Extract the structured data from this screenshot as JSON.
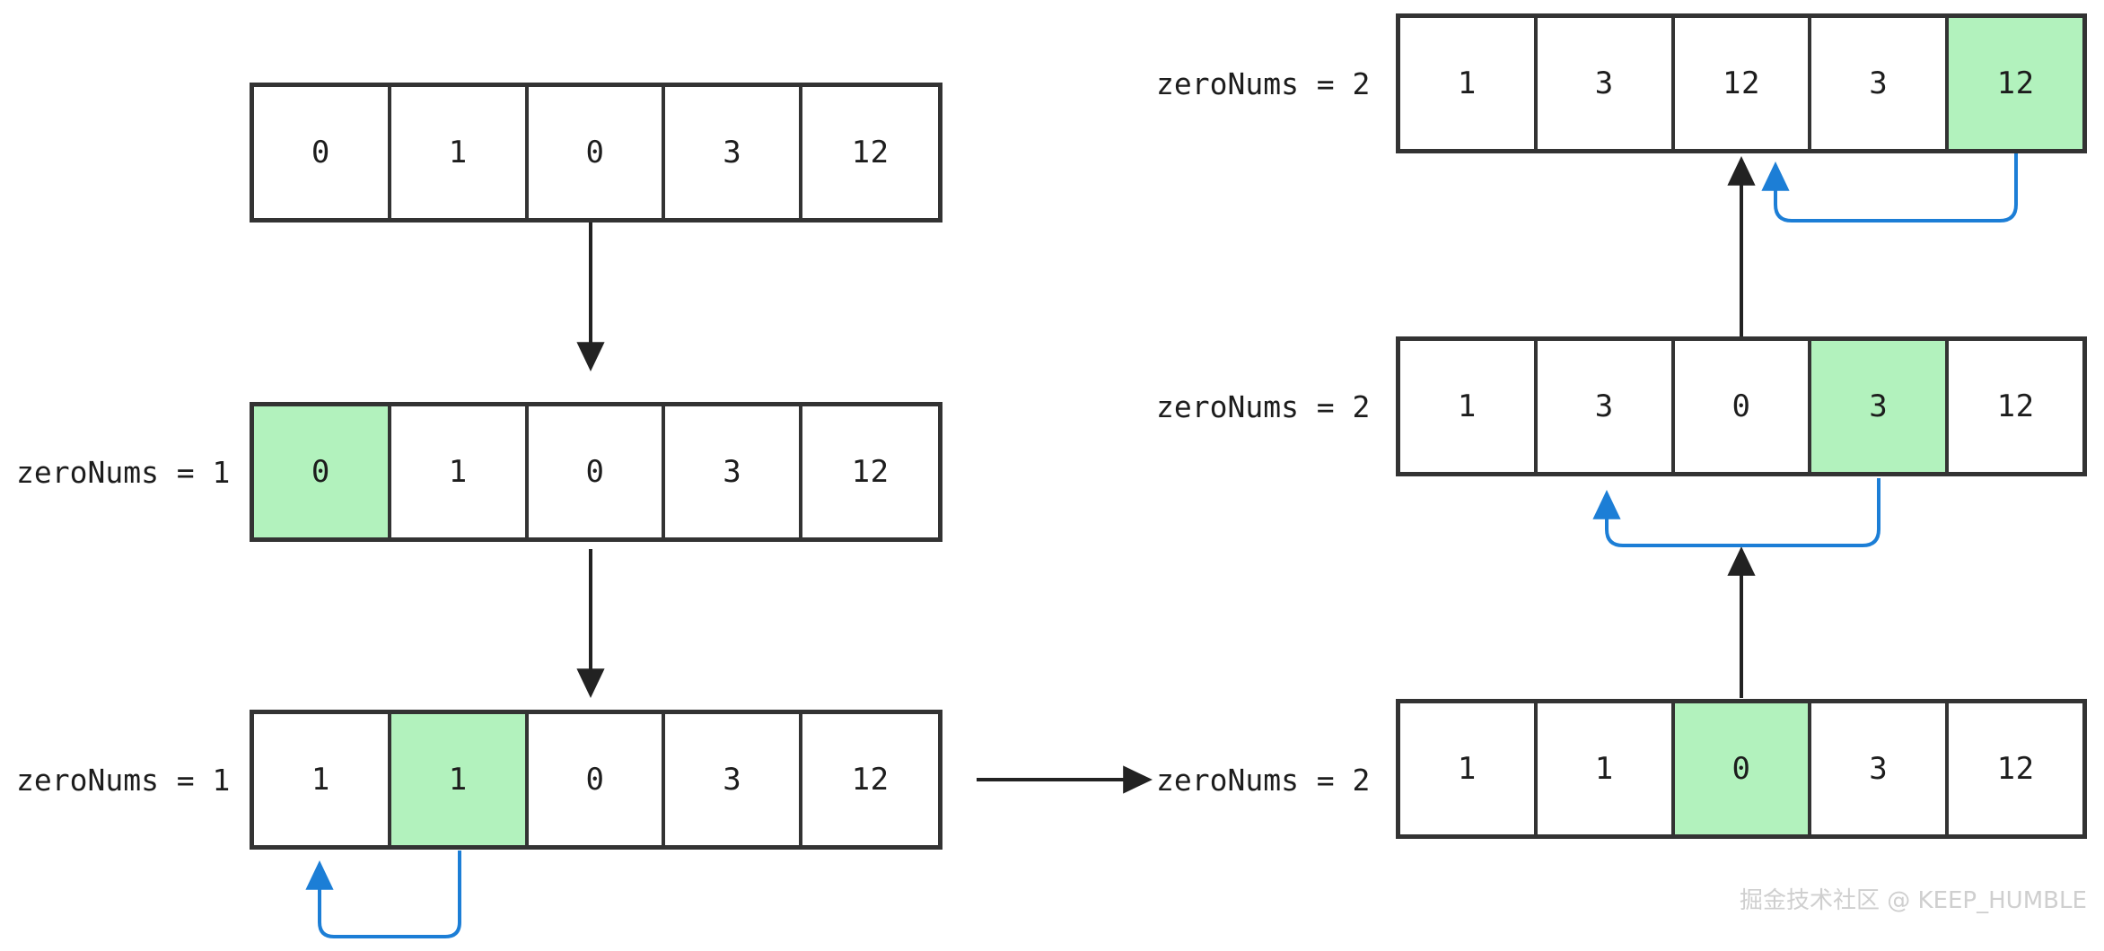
{
  "diagram": {
    "title": "move-zeroes-swap-walkthrough",
    "colors": {
      "highlight_green": "#b2f2bd",
      "border_dark": "#333333",
      "swap_arrow_blue": "#1c7ed6",
      "flow_arrow_black": "#222222",
      "watermark_gray": "#cfcfcf"
    },
    "left_column": {
      "steps": [
        {
          "id": "left-step-1",
          "label": "",
          "values": [
            "0",
            "1",
            "0",
            "3",
            "12"
          ],
          "highlight_index": -1
        },
        {
          "id": "left-step-2",
          "label": "zeroNums = 1",
          "values": [
            "0",
            "1",
            "0",
            "3",
            "12"
          ],
          "highlight_index": 0
        },
        {
          "id": "left-step-3",
          "label": "zeroNums = 1",
          "values": [
            "1",
            "1",
            "0",
            "3",
            "12"
          ],
          "highlight_index": 1,
          "swap": {
            "from_index": 1,
            "to_index": 0
          }
        }
      ]
    },
    "right_column": {
      "steps": [
        {
          "id": "right-step-1",
          "label": "zeroNums = 2",
          "values": [
            "1",
            "1",
            "0",
            "3",
            "12"
          ],
          "highlight_index": 2
        },
        {
          "id": "right-step-2",
          "label": "zeroNums = 2",
          "values": [
            "1",
            "3",
            "0",
            "3",
            "12"
          ],
          "highlight_index": 3,
          "swap": {
            "from_index": 3,
            "to_index": 1
          }
        },
        {
          "id": "right-step-3",
          "label": "zeroNums = 2",
          "values": [
            "1",
            "3",
            "12",
            "3",
            "12"
          ],
          "highlight_index": 4,
          "swap": {
            "from_index": 4,
            "to_index": 2
          }
        }
      ]
    },
    "connectors": [
      {
        "name": "flow-arrow-left-1-to-2",
        "direction": "down"
      },
      {
        "name": "flow-arrow-left-2-to-3",
        "direction": "down"
      },
      {
        "name": "flow-arrow-left-to-right",
        "direction": "right"
      },
      {
        "name": "flow-arrow-right-3-to-2",
        "direction": "up"
      },
      {
        "name": "flow-arrow-right-2-to-1",
        "direction": "up"
      }
    ],
    "watermark": "掘金技术社区 @ KEEP_HUMBLE"
  }
}
